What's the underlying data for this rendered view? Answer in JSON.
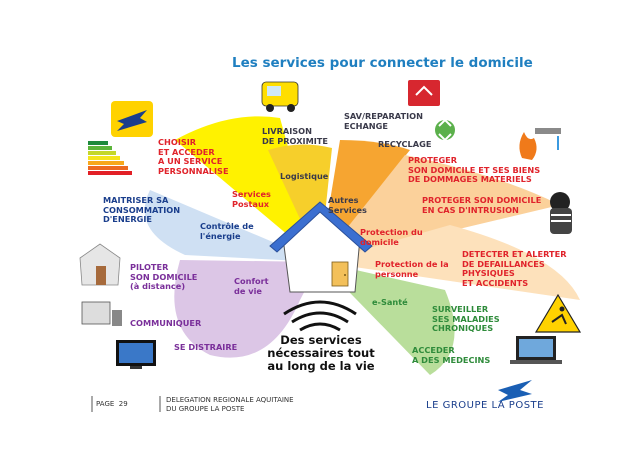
{
  "title": "Les services pour connecter le domicile",
  "center_label": "Des services\nnécessaires tout\nau long de la vie",
  "outer_labels": {
    "choisir": "CHOISIR\nET ACCEDER\nA UN SERVICE\nPERSONNALISE",
    "livraison": "LIVRAISON\nDE PROXIMITE",
    "sav": "SAV/REPARATION\nECHANGE",
    "recyclage": "RECYCLAGE",
    "proteger_biens": "PROTEGER\nSON DOMICILE ET SES BIENS\nDE DOMMAGES MATERIELS",
    "proteger_intrusion": "PROTEGER SON DOMICILE\nEN CAS D'INTRUSION",
    "maitriser": "MAITRISER SA\nCONSOMMATION\nD'ENERGIE",
    "detecter": "DETECTER ET ALERTER\nDE DEFAILLANCES\nPHYSIQUES\nET ACCIDENTS",
    "piloter": "PILOTER\nSON DOMICILE\n(à distance)",
    "surveiller": "SURVEILLER\nSES MALADIES\nCHRONIQUES",
    "communiquer": "COMMUNIQUER",
    "distraire": "SE DISTRAIRE",
    "acceder": "ACCEDER\nA DES MEDECINS"
  },
  "inner_labels": {
    "services_postaux": "Services\nPostaux",
    "logistique": "Logistique",
    "autres_services": "Autres\nServices",
    "controle_energie": "Contrôle de\nl'énergie",
    "protection_domicile": "Protection du\ndomicile",
    "protection_personne": "Protection de la\npersonne",
    "confort": "Confort\nde vie",
    "esante": "e-Santé"
  },
  "colors": {
    "title": "#1f7fc0",
    "outer_red": "#e0232b",
    "outer_dark": "#3a3a4a",
    "outer_purple": "#7a2f9a",
    "outer_blue": "#1a3e8c",
    "outer_green": "#2e8b3a",
    "sector_yellow": "#fff200",
    "sector_gold": "#f5c542",
    "sector_orange": "#f7a53b",
    "sector_peach": "#fbd9a7",
    "sector_purple": "#dcc6e6",
    "sector_blue": "#cfe0f3",
    "sector_green": "#b9de9b",
    "house_blue": "#3b6fd0"
  },
  "footer": {
    "page": "PAGE  29",
    "org_line1": "DELEGATION REGIONALE AQUITAINE",
    "org_line2": "DU GROUPE LA POSTE",
    "brand": "LE GROUPE LA POSTE"
  },
  "icons": [
    "postal-logo-icon",
    "utility-vehicle-icon",
    "repair-box-icon",
    "recycle-icon",
    "fire-water-icon",
    "burglar-icon",
    "energy-rating-icon",
    "smart-home-icon",
    "computer-phone-icon",
    "tv-screen-icon",
    "wifi-waves-icon",
    "fall-alert-icon",
    "medical-monitor-icon",
    "laptop-doctor-icon",
    "la-poste-bird-icon"
  ]
}
